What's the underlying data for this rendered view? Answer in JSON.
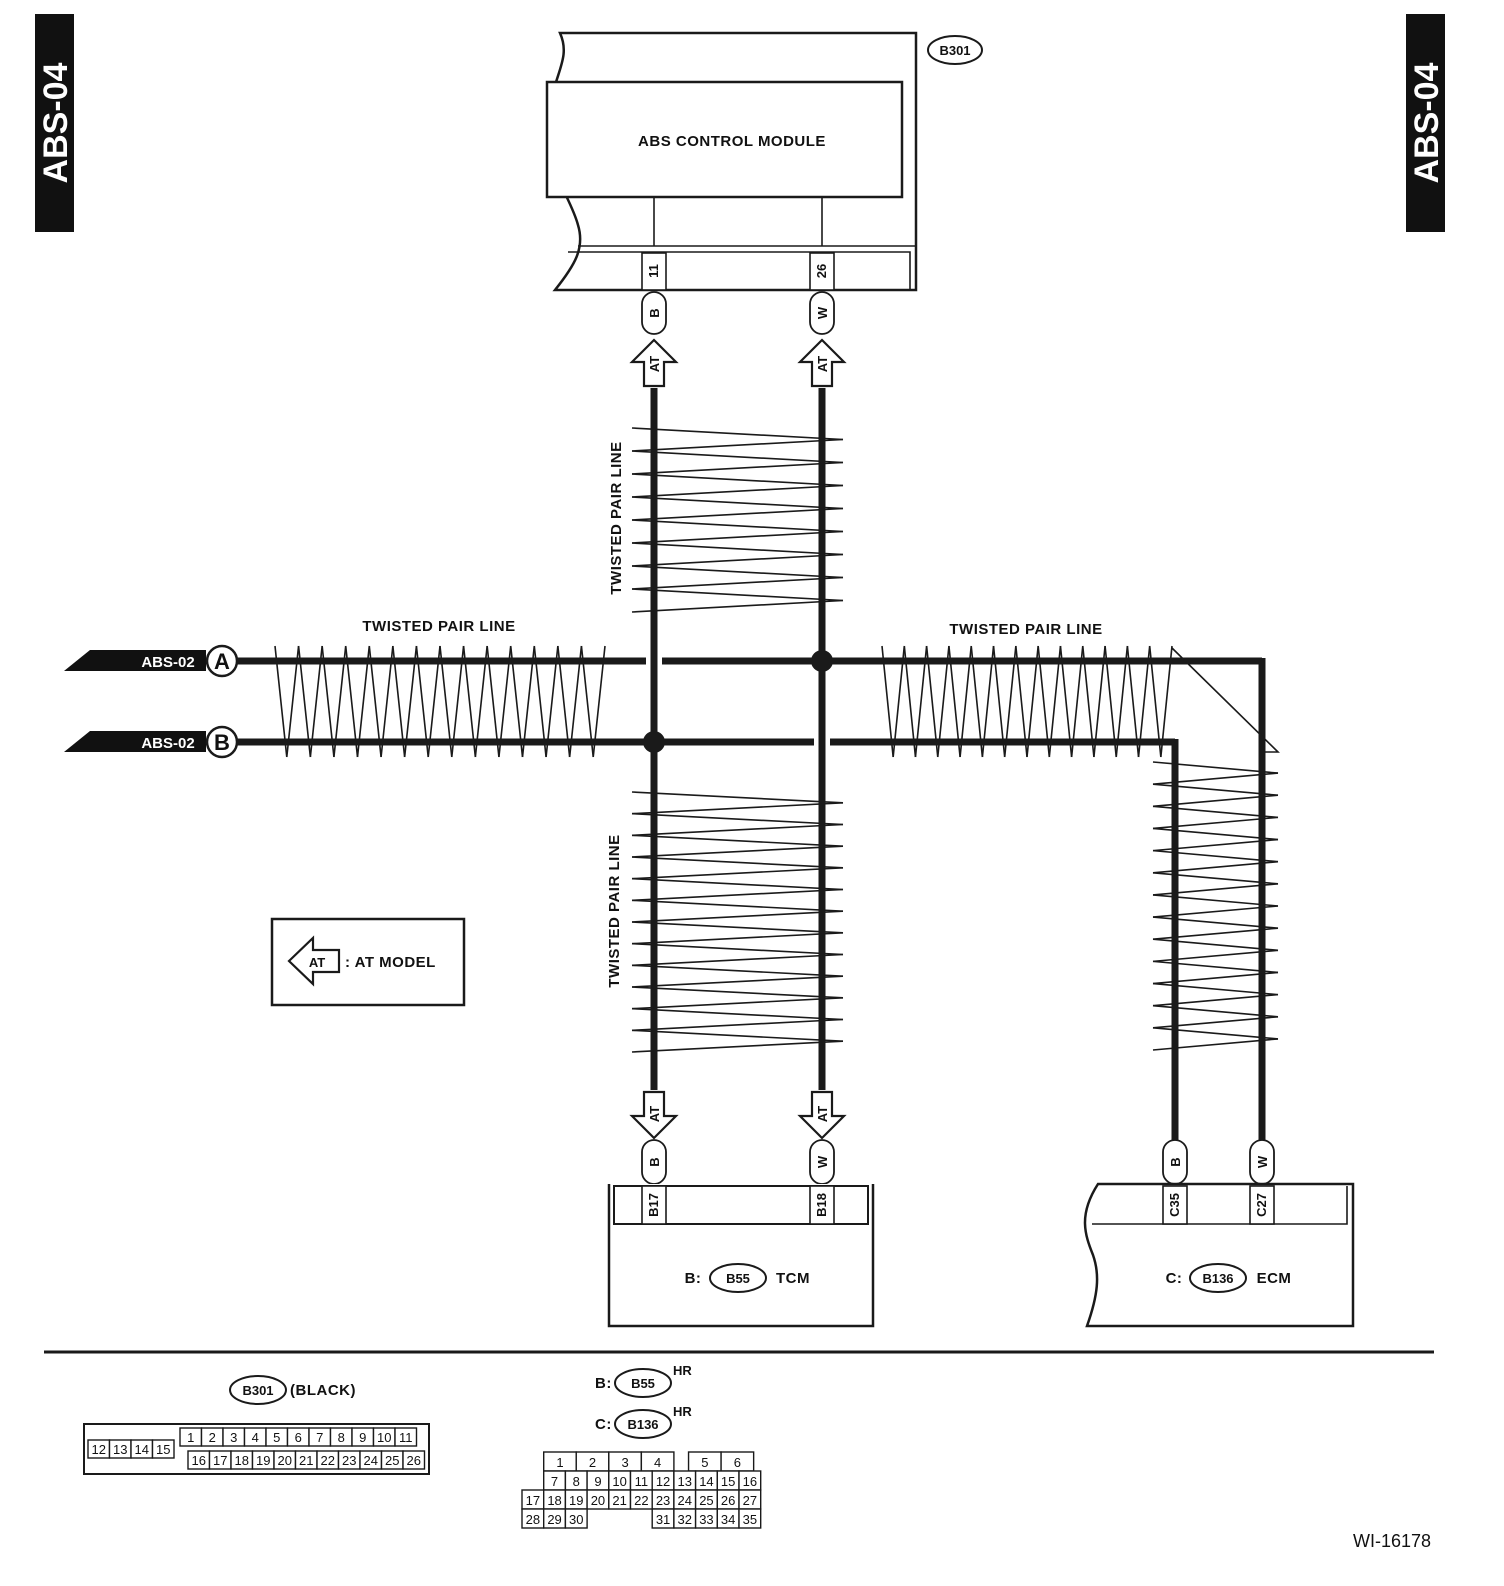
{
  "side_tabs": {
    "left": "ABS-04",
    "right": "ABS-04"
  },
  "abs_module": {
    "connector": "B301",
    "title": "ABS CONTROL MODULE",
    "pins": [
      "11",
      "26"
    ],
    "colors": [
      "B",
      "W"
    ]
  },
  "at_badge": "AT",
  "twisted_pair_label": "TWISTED PAIR LINE",
  "refs": {
    "a_text": "ABS-02",
    "a_letter": "A",
    "b_text": "ABS-02",
    "b_letter": "B"
  },
  "legend": {
    "badge": "AT",
    "text": ": AT MODEL"
  },
  "tcm": {
    "prefix": "B:",
    "connector": "B55",
    "name": "TCM",
    "pins": [
      "B17",
      "B18"
    ],
    "colors": [
      "B",
      "W"
    ]
  },
  "ecm": {
    "prefix": "C:",
    "connector": "B136",
    "name": "ECM",
    "pins": [
      "C35",
      "C27"
    ],
    "colors": [
      "B",
      "W"
    ]
  },
  "connector_b301": {
    "id": "B301",
    "note": "(BLACK)",
    "top_row": [
      "1",
      "2",
      "3",
      "4",
      "5",
      "6",
      "7",
      "8",
      "9",
      "10",
      "11"
    ],
    "bottom_row": [
      "16",
      "17",
      "18",
      "19",
      "20",
      "21",
      "22",
      "23",
      "24",
      "25",
      "26"
    ],
    "left_block": [
      "12",
      "13",
      "14",
      "15"
    ]
  },
  "connector_b55_b136": {
    "line1_prefix": "B:",
    "line1_id": "B55",
    "line1_suffix": "HR",
    "line2_prefix": "C:",
    "line2_id": "B136",
    "line2_suffix": "HR",
    "row1": [
      "1",
      "2",
      "3",
      "4",
      "",
      "5",
      "6"
    ],
    "row2": [
      "7",
      "8",
      "9",
      "10",
      "11",
      "12",
      "13",
      "14",
      "15",
      "16"
    ],
    "row3": [
      "17",
      "18",
      "19",
      "20",
      "21",
      "22",
      "23",
      "24",
      "25",
      "26",
      "27"
    ],
    "row4": [
      "28",
      "29",
      "30",
      "31",
      "32",
      "33",
      "34",
      "35"
    ]
  },
  "figure_id": "WI-16178"
}
